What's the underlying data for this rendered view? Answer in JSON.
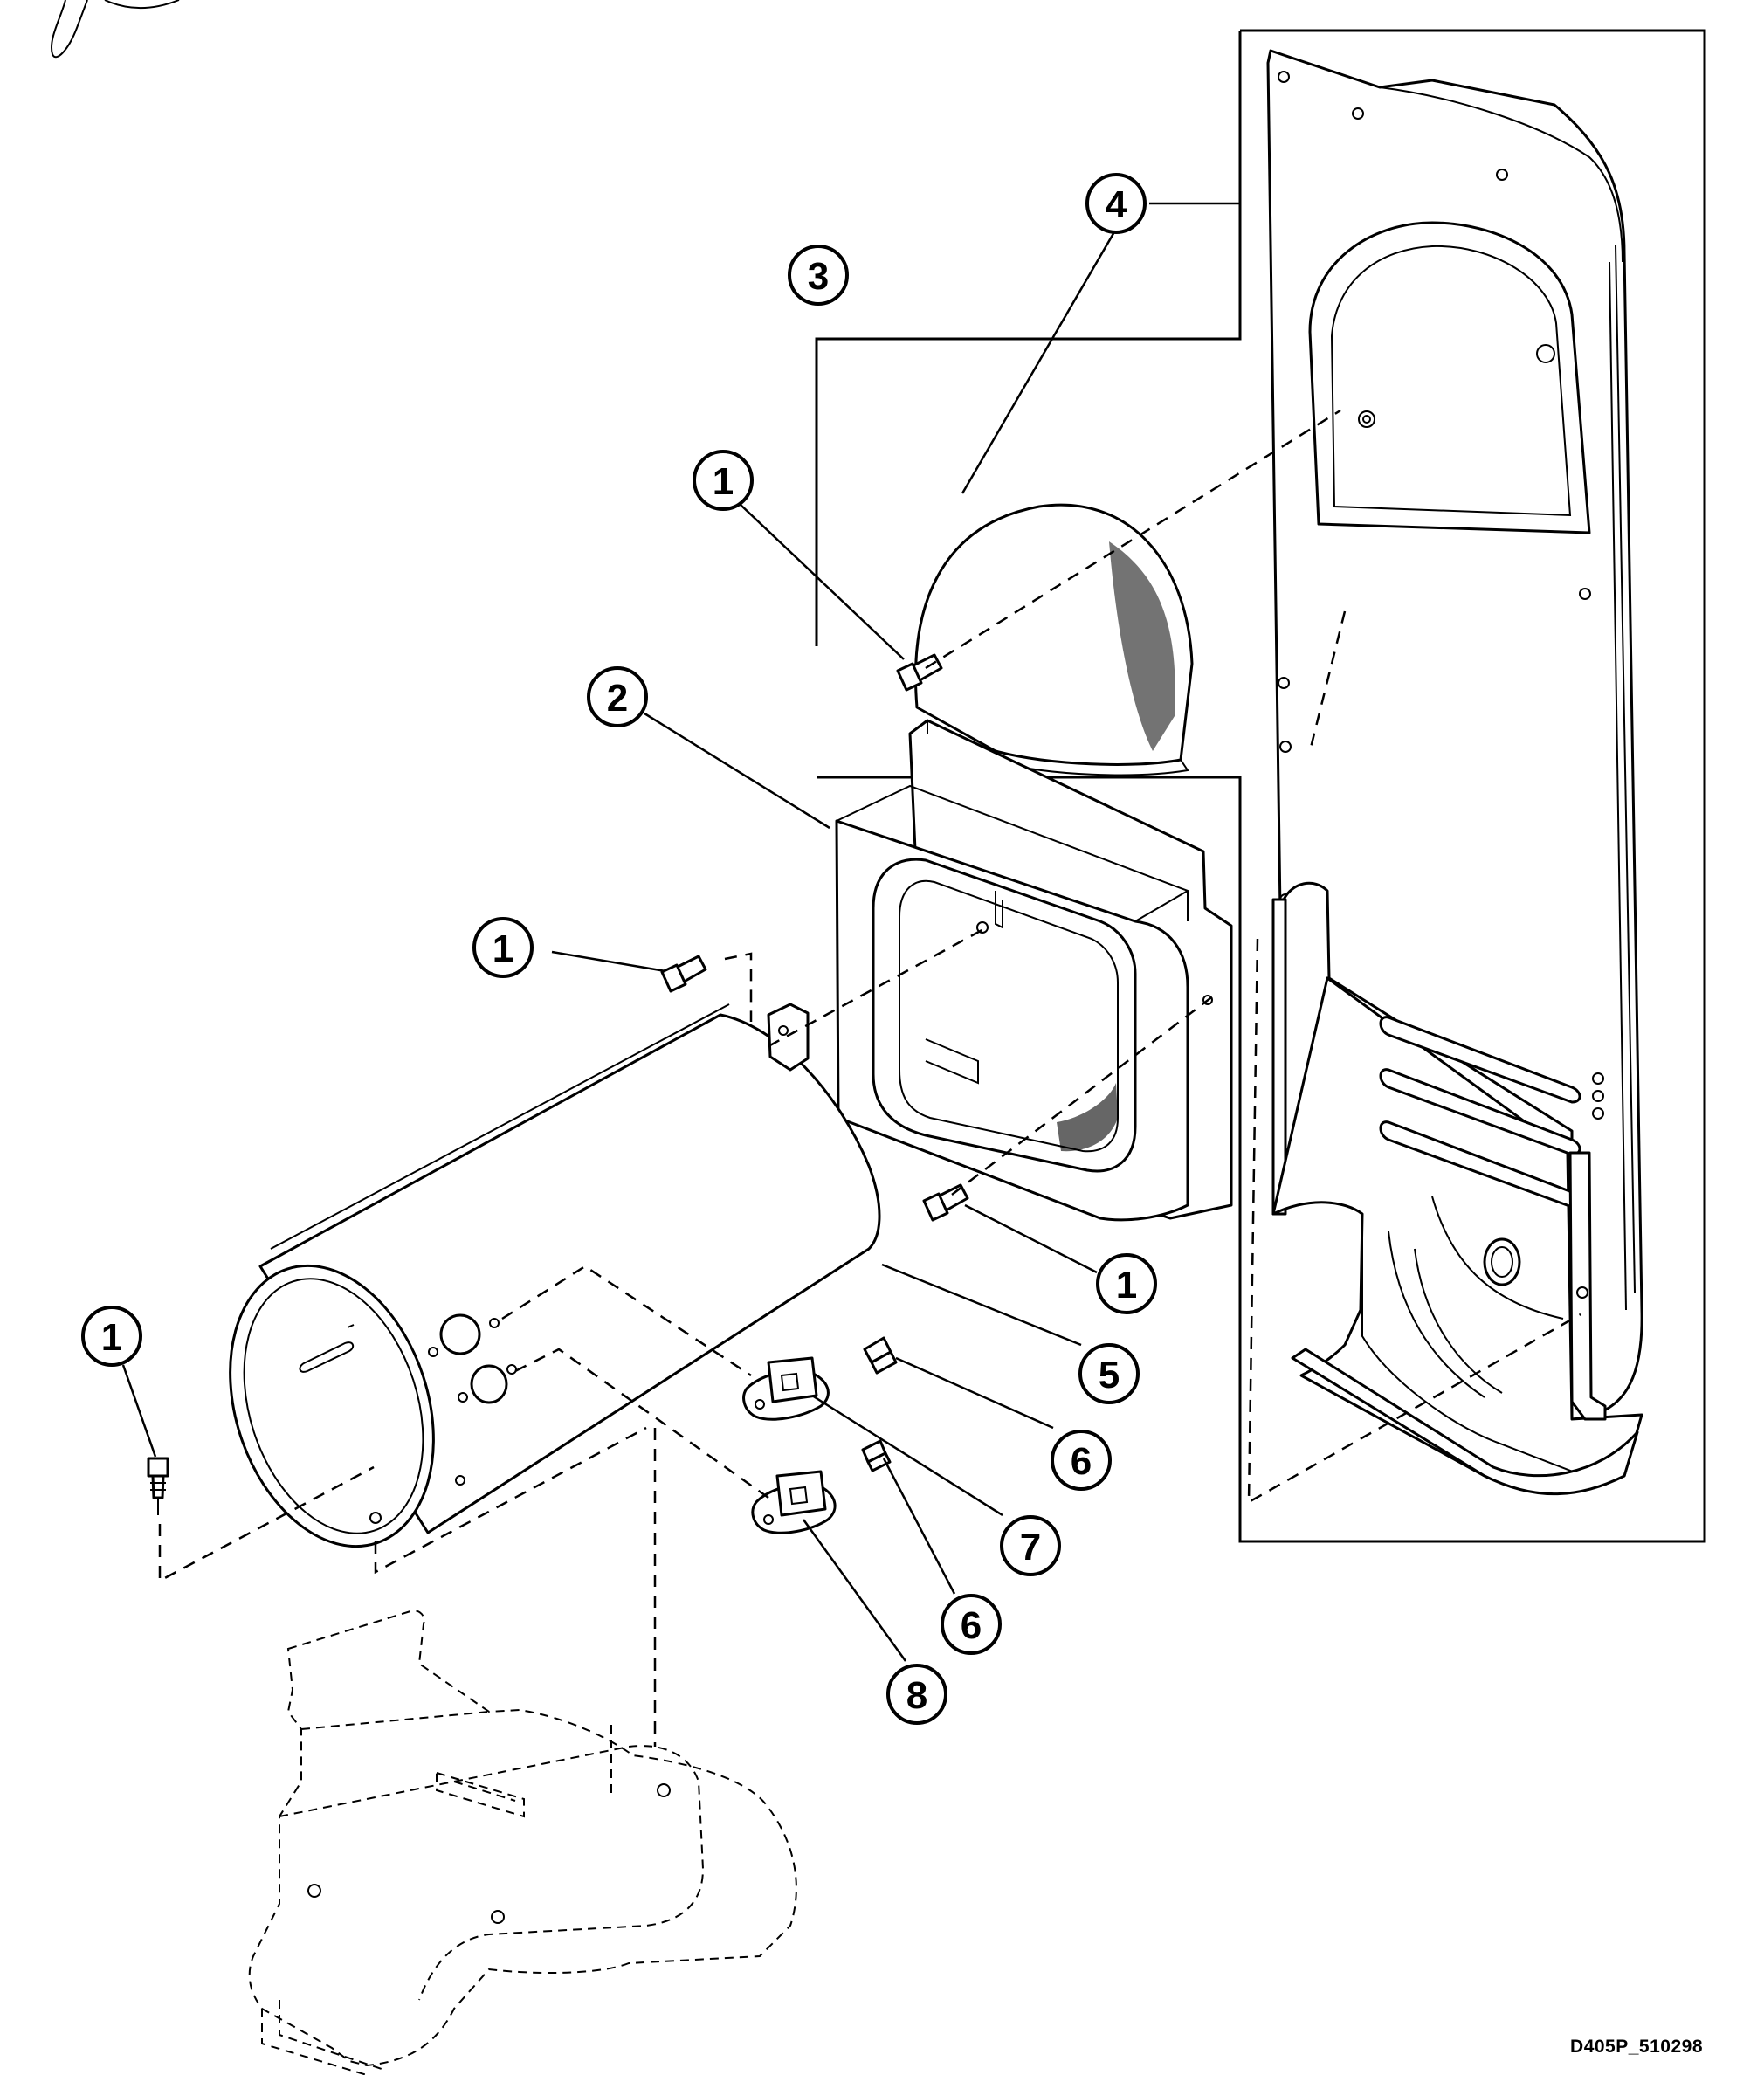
{
  "callouts": {
    "c1a": "1",
    "c1b": "1",
    "c1c": "1",
    "c1d": "1",
    "c2": "2",
    "c3": "3",
    "c4": "4",
    "c5": "5",
    "c6a": "6",
    "c6b": "6",
    "c7": "7",
    "c8": "8"
  },
  "drawing_code": "D405P_510298",
  "colors": {
    "ink": "#000000",
    "paper": "#ffffff"
  }
}
